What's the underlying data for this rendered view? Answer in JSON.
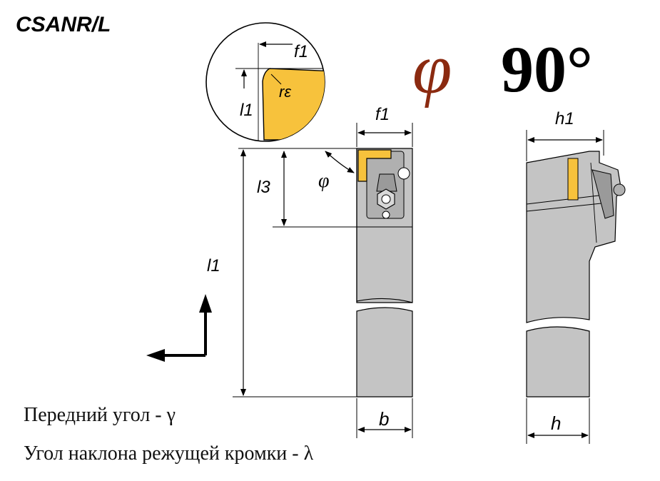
{
  "title": "CSANR/L",
  "angle": {
    "symbol": "φ",
    "value": "90°"
  },
  "labels": {
    "f1_detail": "f1",
    "r_eps": "rε",
    "l1_detail": "l1",
    "f1": "f1",
    "phi": "φ",
    "l3": "l3",
    "l1": "l1",
    "b": "b",
    "h1": "h1",
    "h": "h"
  },
  "captions": {
    "rake_angle": "Передний угол - γ",
    "inclination_angle": "Угол наклона режущей кромки - λ"
  },
  "colors": {
    "insert": "#f7c23c",
    "holder": "#c4c4c4",
    "holder_dark": "#a9a9a9",
    "phi_symbol": "#8b2a10",
    "dim_line": "#000000"
  }
}
